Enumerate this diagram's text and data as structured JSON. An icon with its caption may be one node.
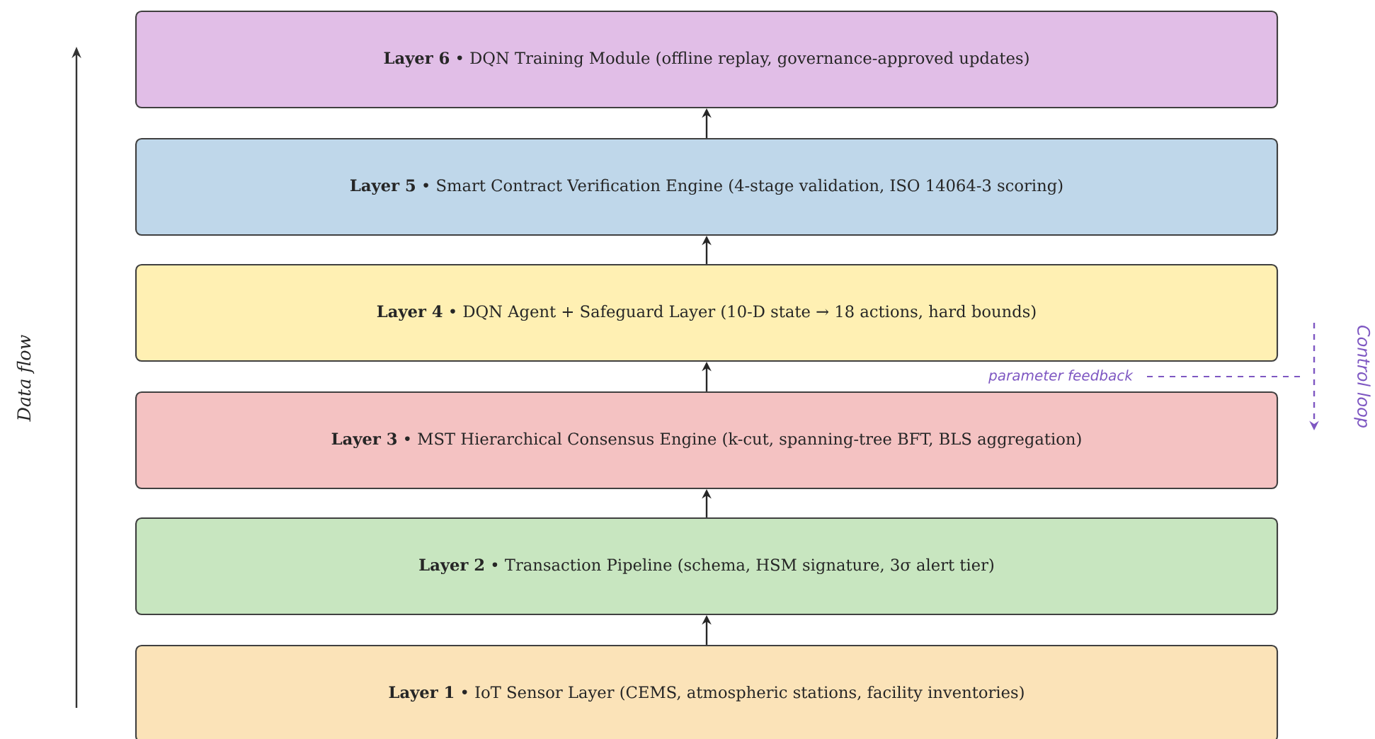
{
  "diagram": {
    "nodes": [
      {
        "text": [
          "**Layer 6**  •  DQN Training Module (offline replay, governance-approved updates)"
        ]
      },
      {
        "text": [
          "**Layer 5**  •  Smart Contract Verification Engine (4-stage validation, ISO 14064-3 scoring)"
        ]
      },
      {
        "text": [
          "**Layer 4**  •  DQN Agent + Safeguard Layer  (10-D state → 18 actions, hard bounds)"
        ]
      },
      {
        "text": [
          "**Layer 3**  •  MST Hierarchical Consensus Engine (k-cut, spanning-tree BFT, BLS aggregation)"
        ]
      },
      {
        "text": [
          "**Layer 2**  •  Transaction Pipeline (schema, HSM signature, 3σ alert tier)"
        ]
      },
      {
        "text": [
          "**Layer 1**  •  IoT Sensor Layer (CEMS, atmospheric stations, facility inventories)"
        ]
      }
    ],
    "edges": [
      {
        "from": 5,
        "to": 4,
        "arrow": "to"
      },
      {
        "from": 4,
        "to": 3,
        "arrow": "to"
      },
      {
        "from": 3,
        "to": 2,
        "arrow": "to"
      },
      {
        "from": 2,
        "to": 1,
        "arrow": "to"
      },
      {
        "from": 1,
        "to": 0,
        "arrow": "to"
      }
    ],
    "labels": [
      "Data flow",
      "parameter feedback",
      "Control loop"
    ]
  }
}
